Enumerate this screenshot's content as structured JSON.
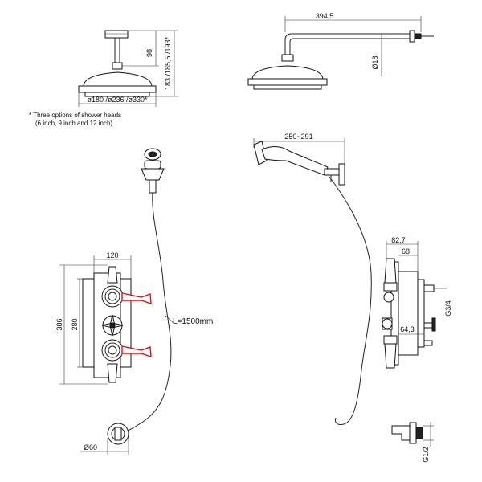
{
  "dimensions": {
    "fixed_head_height": "98",
    "fixed_head_overall": "183 /185,5 /193*",
    "fixed_head_diameters": "ø180 /ø236 /ø330*",
    "arm_length": "394,5",
    "arm_diameter": "Ø18",
    "handset_reach": "250~291",
    "valve_width": "120",
    "valve_overall_height": "386",
    "valve_inner_height": "280",
    "hose_length": "L=1500mm",
    "outlet_diameter": "Ø60",
    "side_depth_overall": "82,7",
    "side_depth_inner": "68",
    "side_thread_top": "G3/4",
    "side_depth_lower": "64,3",
    "side_thread_bottom": "G1/2"
  },
  "notes": {
    "line1": "* Three options of shower heads",
    "line2": "(6 inch, 9 inch and 12 inch)"
  },
  "colors": {
    "line": "#222222",
    "highlight": "#dd1111"
  }
}
